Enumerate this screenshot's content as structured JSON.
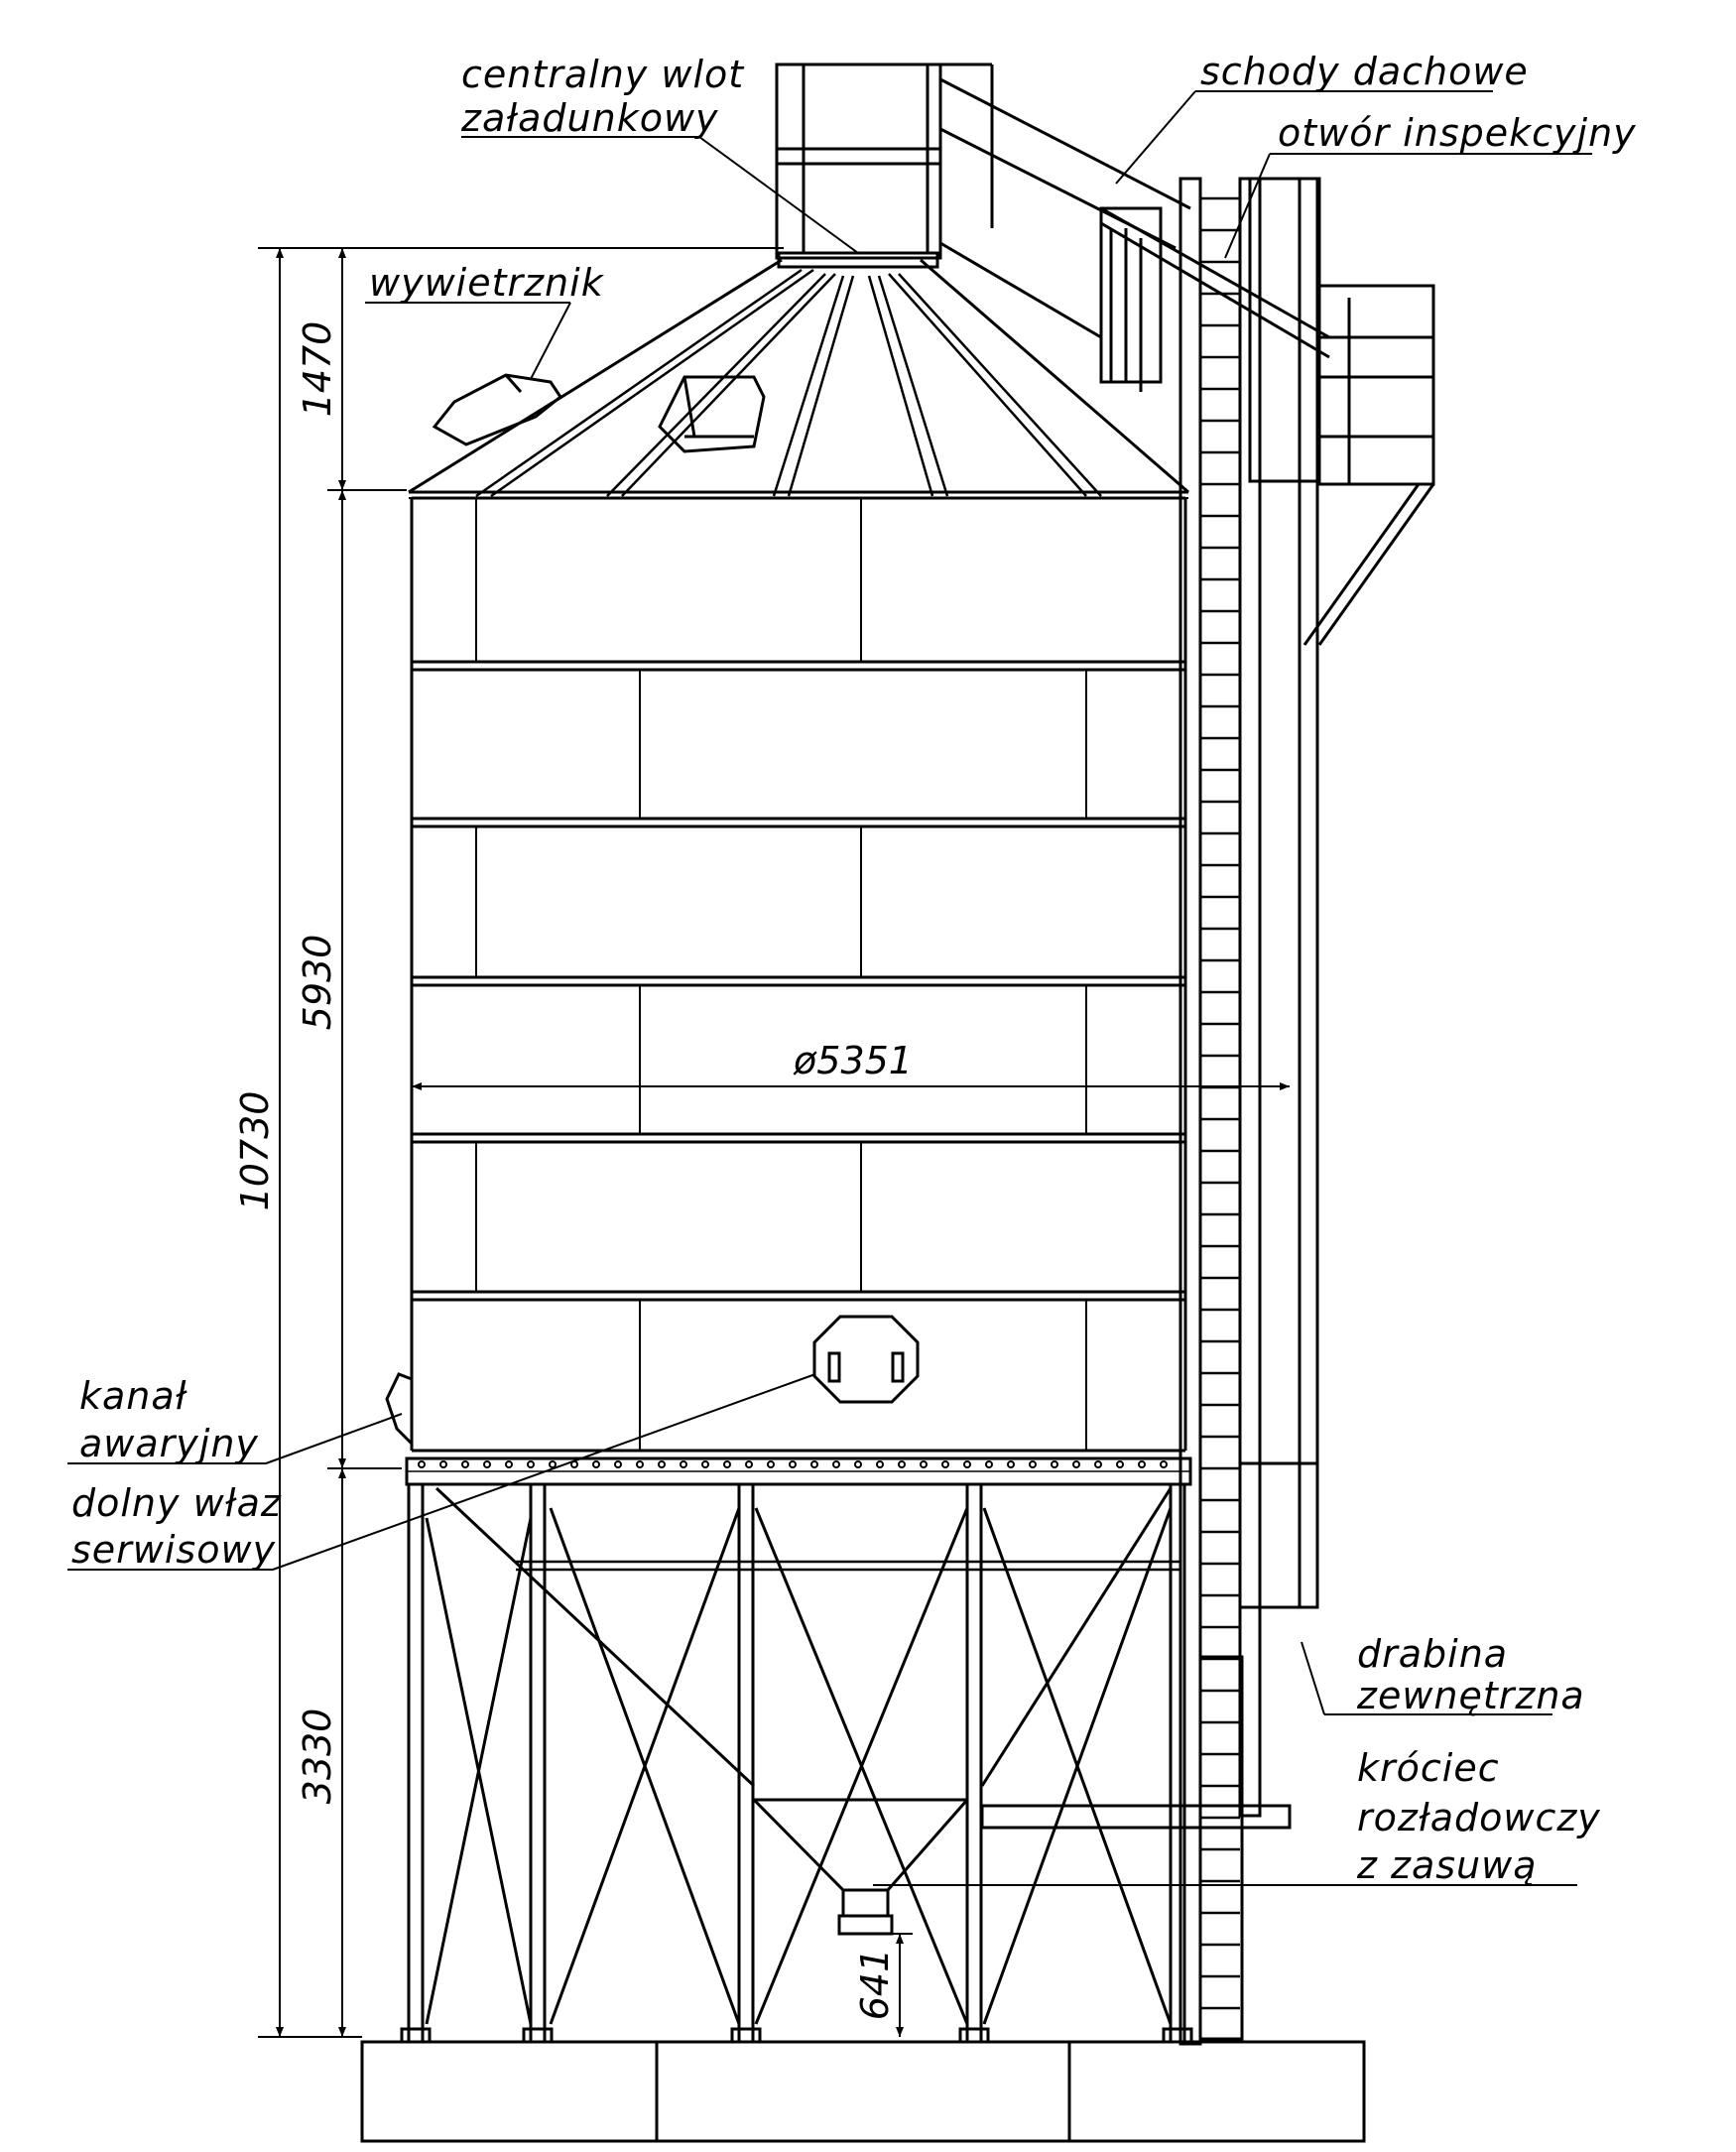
{
  "labels": {
    "central_inlet": [
      "centralny wlot",
      "załadunkowy"
    ],
    "roof_stairs": "schody dachowe",
    "inspection_opening": "otwór inspekcyjny",
    "vent": "wywietrznik",
    "emergency_channel": [
      "kanał",
      "awaryjny"
    ],
    "service_hatch": [
      "dolny właz",
      "serwisowy"
    ],
    "external_ladder": [
      "drabina",
      "zewnętrzna"
    ],
    "discharge_spout": [
      "króciec",
      "rozładowczy",
      "z zasuwą"
    ]
  },
  "dimensions": {
    "roof_height": "1470",
    "shell_height": "5930",
    "total_height": "10730",
    "support_height": "3330",
    "outlet_height": "641",
    "diameter": "ø5351"
  },
  "colors": {
    "line": "#000000",
    "background": "#ffffff"
  }
}
